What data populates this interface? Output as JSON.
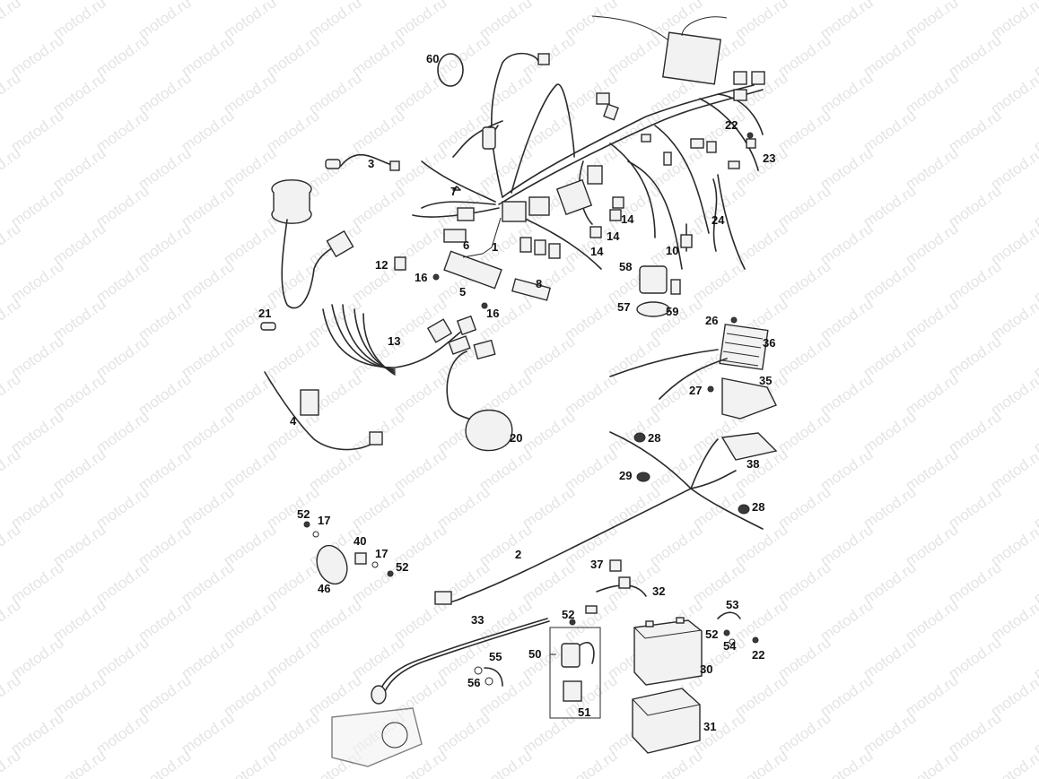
{
  "watermark": "motod.ru",
  "callouts": [
    "1",
    "2",
    "3",
    "4",
    "5",
    "6",
    "7",
    "8",
    "10",
    "12",
    "13",
    "14",
    "14",
    "14",
    "16",
    "16",
    "17",
    "17",
    "20",
    "21",
    "22",
    "22",
    "23",
    "24",
    "26",
    "27",
    "28",
    "28",
    "29",
    "30",
    "31",
    "32",
    "33",
    "35",
    "36",
    "37",
    "38",
    "40",
    "46",
    "50",
    "51",
    "52",
    "52",
    "52",
    "52",
    "53",
    "54",
    "55",
    "56",
    "57",
    "58",
    "59",
    "60"
  ]
}
